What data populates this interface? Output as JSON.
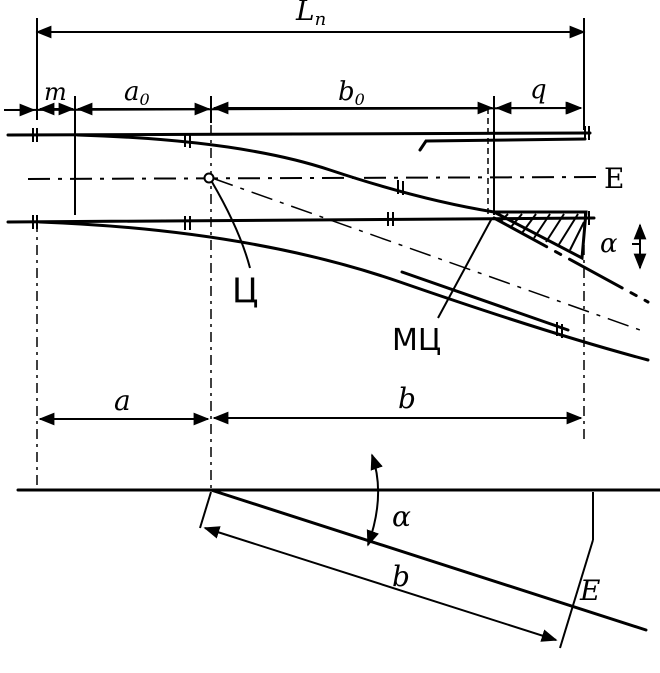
{
  "labels": {
    "total_length": "L",
    "total_length_sub": "n",
    "m": "m",
    "a0": "a",
    "a0_sub": "0",
    "b0": "b",
    "b0_sub": "0",
    "q": "q",
    "E_upper": "E",
    "alpha_upper": "α",
    "center_label": "Ц",
    "frog_label": "МЦ",
    "a": "a",
    "b": "b",
    "alpha_lower": "α",
    "b_lower": "b",
    "E_lower": "E"
  }
}
